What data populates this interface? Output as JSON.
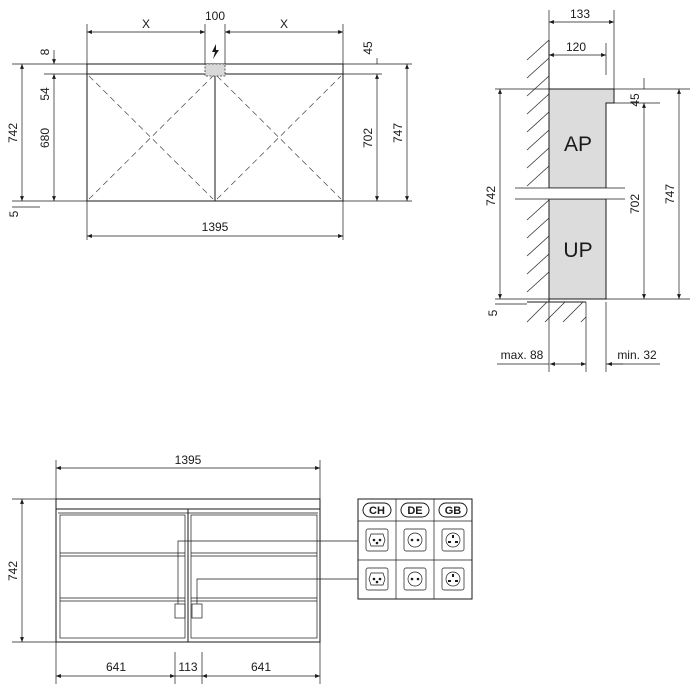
{
  "front_view": {
    "dim_width": "1395",
    "dim_x_left": "X",
    "dim_x_right": "X",
    "dim_center": "100",
    "dim_top_gap": "8",
    "dim_top_band": "54",
    "dim_body": "680",
    "dim_total_height": "742",
    "dim_bottom": "5",
    "dim_right_top": "45",
    "dim_right_inner": "702",
    "dim_right_total": "747"
  },
  "side_view": {
    "dim_depth_outer": "133",
    "dim_depth_inner": "120",
    "dim_top": "45",
    "dim_total_height": "742",
    "dim_inner": "702",
    "dim_total": "747",
    "dim_bottom": "5",
    "label_ap": "AP",
    "label_up": "UP",
    "dim_max": "max. 88",
    "dim_min": "min. 32"
  },
  "bottom_view": {
    "dim_width": "1395",
    "dim_height": "742",
    "dim_left": "641",
    "dim_mid": "113",
    "dim_right": "641"
  },
  "sockets": {
    "codes": [
      "CH",
      "DE",
      "GB"
    ]
  }
}
